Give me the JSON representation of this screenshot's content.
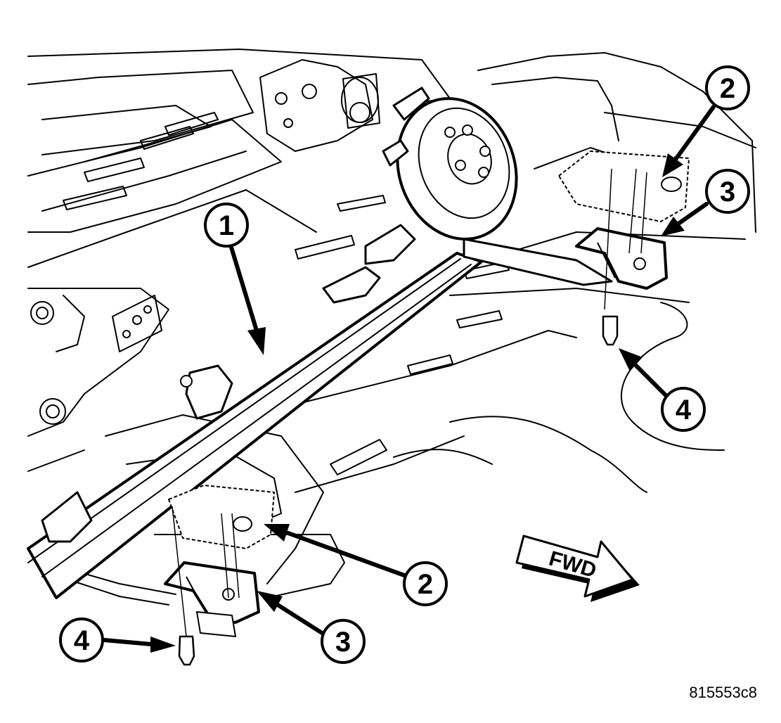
{
  "diagram": {
    "callouts": [
      {
        "id": "callout-1-axle",
        "label": "1"
      },
      {
        "id": "callout-2-upper-right",
        "label": "2"
      },
      {
        "id": "callout-2-lower",
        "label": "2"
      },
      {
        "id": "callout-3-upper-right",
        "label": "3"
      },
      {
        "id": "callout-3-lower",
        "label": "3"
      },
      {
        "id": "callout-4-right",
        "label": "4"
      },
      {
        "id": "callout-4-left",
        "label": "4"
      }
    ],
    "direction_arrow": {
      "label": "FWD"
    },
    "figure_id": "815553c8",
    "colors": {
      "ink": "#000000",
      "paper": "#ffffff",
      "shade": "#f2f2f2"
    }
  }
}
